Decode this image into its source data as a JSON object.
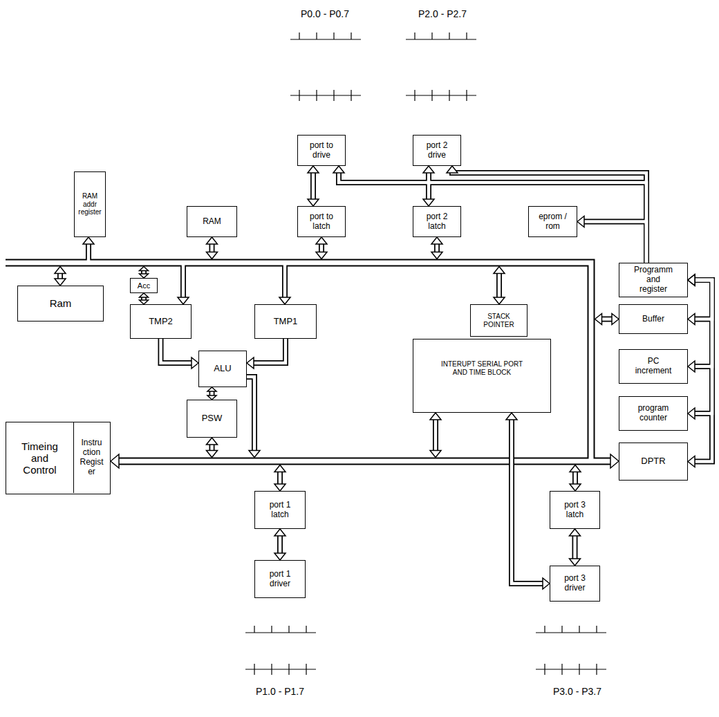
{
  "diagram": {
    "nodes": [
      {
        "text": [
          "RAM addr register"
        ]
      },
      {
        "text": [
          "RAM"
        ]
      },
      {
        "text": [
          "port to drive"
        ]
      },
      {
        "text": [
          "port 2 drive"
        ]
      },
      {
        "text": [
          "port to latch"
        ]
      },
      {
        "text": [
          "port 2 latch"
        ]
      },
      {
        "text": [
          "eprom / rom"
        ]
      },
      {
        "text": [
          "Programm and register"
        ]
      },
      {
        "text": [
          "Ram"
        ]
      },
      {
        "text": [
          "Acc"
        ]
      },
      {
        "text": [
          "TMP2"
        ]
      },
      {
        "text": [
          "TMP1"
        ]
      },
      {
        "text": [
          "STACK POINTER"
        ]
      },
      {
        "text": [
          "Buffer"
        ]
      },
      {
        "text": [
          "ALU"
        ]
      },
      {
        "text": [
          "INTERUPT SERIAL PORT AND TIME BLOCK"
        ]
      },
      {
        "text": [
          "PC increment"
        ]
      },
      {
        "text": [
          "PSW"
        ]
      },
      {
        "text": [
          "program counter"
        ]
      },
      {
        "text": [
          "Timeing and Control"
        ]
      },
      {
        "text": [
          "Instru ction Regist er"
        ],
        "in": 19
      },
      {
        "text": [
          "DPTR"
        ]
      },
      {
        "text": [
          "port 1 latch"
        ]
      },
      {
        "text": [
          "port 3 latch"
        ]
      },
      {
        "text": [
          "port 1 driver"
        ]
      },
      {
        "text": [
          "port 3 driver"
        ]
      }
    ],
    "edges": [
      {
        "from": 4,
        "to": 2,
        "arrow": "both"
      },
      {
        "from": 5,
        "to": 3,
        "arrow": "both"
      },
      {
        "from": 7,
        "to": 6,
        "arrow": "to"
      },
      {
        "from": 7,
        "to": 2,
        "arrow": "to"
      },
      {
        "from": 7,
        "to": 3,
        "arrow": "to"
      },
      {
        "from": 9,
        "to": 10,
        "arrow": "both"
      },
      {
        "from": 10,
        "to": 14,
        "arrow": "to"
      },
      {
        "from": 11,
        "to": 14,
        "arrow": "to"
      },
      {
        "from": 14,
        "to": 17,
        "arrow": "both"
      },
      {
        "from": 13,
        "to": 7,
        "arrow": "both"
      },
      {
        "from": 16,
        "to": 7,
        "arrow": "both"
      },
      {
        "from": 18,
        "to": 7,
        "arrow": "both"
      },
      {
        "from": 21,
        "to": 7,
        "arrow": "both"
      },
      {
        "from": 22,
        "to": 24,
        "arrow": "both"
      },
      {
        "from": 23,
        "to": 25,
        "arrow": "both"
      },
      {
        "from": 15,
        "to": 25,
        "arrow": "both"
      }
    ],
    "labels": [
      "P0.0 - P0.7",
      "P2.0 - P2.7",
      "P1.0 - P1.7",
      "P3.0 - P3.7"
    ]
  }
}
